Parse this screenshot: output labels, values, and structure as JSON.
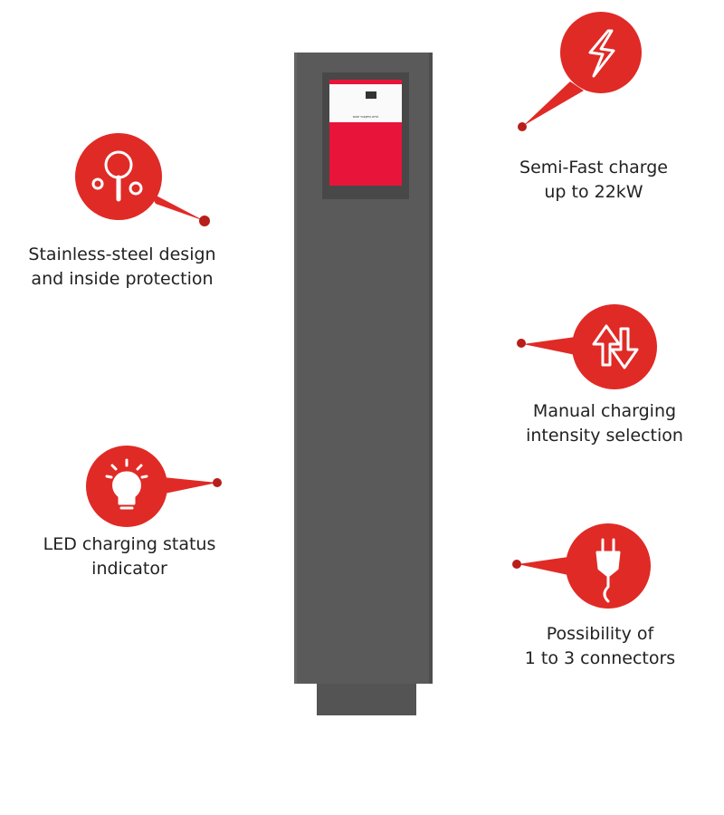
{
  "accent_color": "#e02a26",
  "charger": {
    "screen_text": "PASE TARJETA RFID"
  },
  "features": [
    {
      "icon": "lightning-icon",
      "lines": [
        "Semi-Fast charge",
        "up to 22kW"
      ]
    },
    {
      "icon": "magnifier-gears-icon",
      "lines": [
        "Stainless-steel design",
        "and inside protection"
      ]
    },
    {
      "icon": "up-down-arrows-icon",
      "lines": [
        "Manual charging",
        "intensity selection"
      ]
    },
    {
      "icon": "light-bulb-icon",
      "lines": [
        "LED charging status",
        "indicator"
      ]
    },
    {
      "icon": "plug-icon",
      "lines": [
        "Possibility of",
        "1 to 3 connectors"
      ]
    }
  ]
}
